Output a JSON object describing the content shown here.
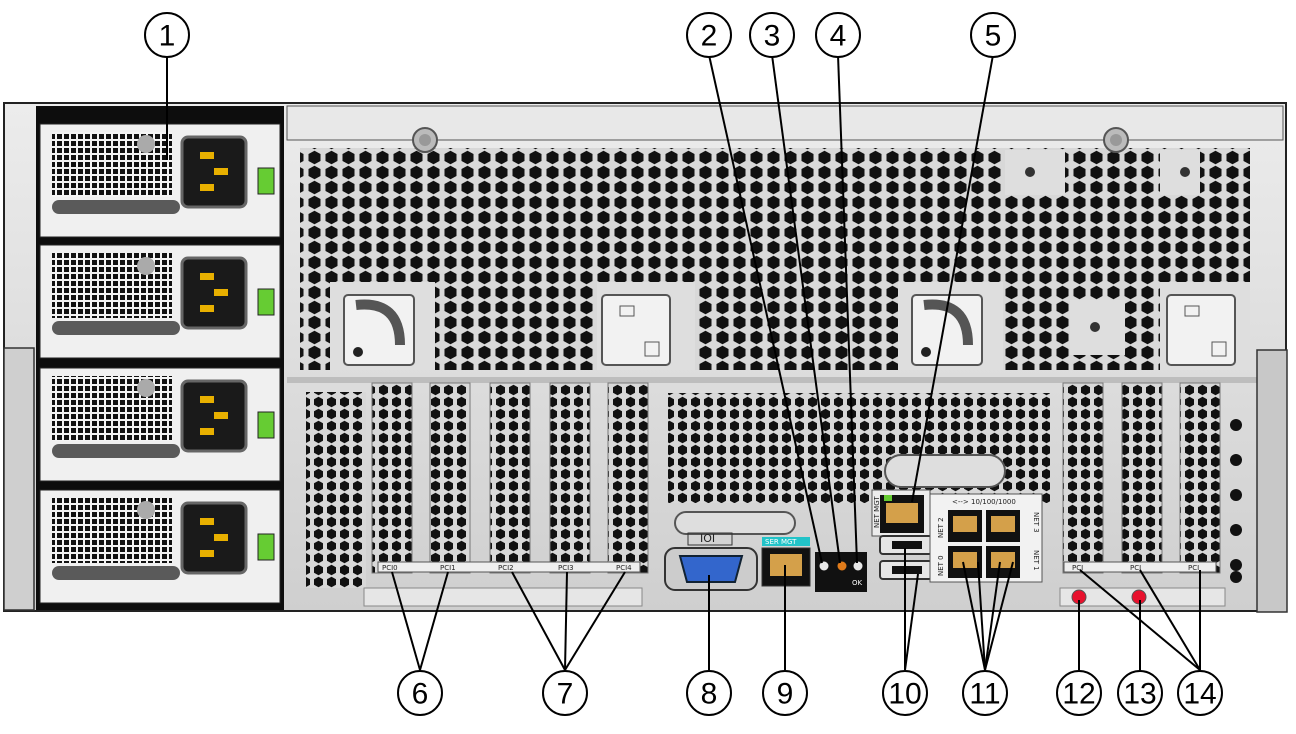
{
  "callouts": [
    {
      "id": "1",
      "text": "1"
    },
    {
      "id": "2",
      "text": "2"
    },
    {
      "id": "3",
      "text": "3"
    },
    {
      "id": "4",
      "text": "4"
    },
    {
      "id": "5",
      "text": "5"
    },
    {
      "id": "6",
      "text": "6"
    },
    {
      "id": "7",
      "text": "7"
    },
    {
      "id": "8",
      "text": "8"
    },
    {
      "id": "9",
      "text": "9"
    },
    {
      "id": "10",
      "text": "10"
    },
    {
      "id": "11",
      "text": "11"
    },
    {
      "id": "12",
      "text": "12"
    },
    {
      "id": "13",
      "text": "13"
    },
    {
      "id": "14",
      "text": "14"
    }
  ],
  "panel_labels": {
    "net_mgt": "NET MGT",
    "ser_mgt": "SER MGT",
    "net_speed": "<--> 10/100/1000",
    "net0": "NET 0",
    "net1": "NET 1",
    "net2": "NET 2",
    "net3": "NET 3",
    "ok": "OK",
    "vga": "IOI",
    "pci_left": [
      "PCI0",
      "PCI1",
      "PCI2",
      "PCI3",
      "PCI4"
    ],
    "pci_right": [
      "PCI",
      "PCI",
      "PCI"
    ]
  },
  "colors": {
    "chassis": "#e2e2e2",
    "dark": "#111111",
    "green": "#66cc33",
    "blue": "#3366cc",
    "cyan": "#22c3c8",
    "red": "#e8112d",
    "orange": "#e07b1a",
    "copper": "#d4a04a"
  }
}
